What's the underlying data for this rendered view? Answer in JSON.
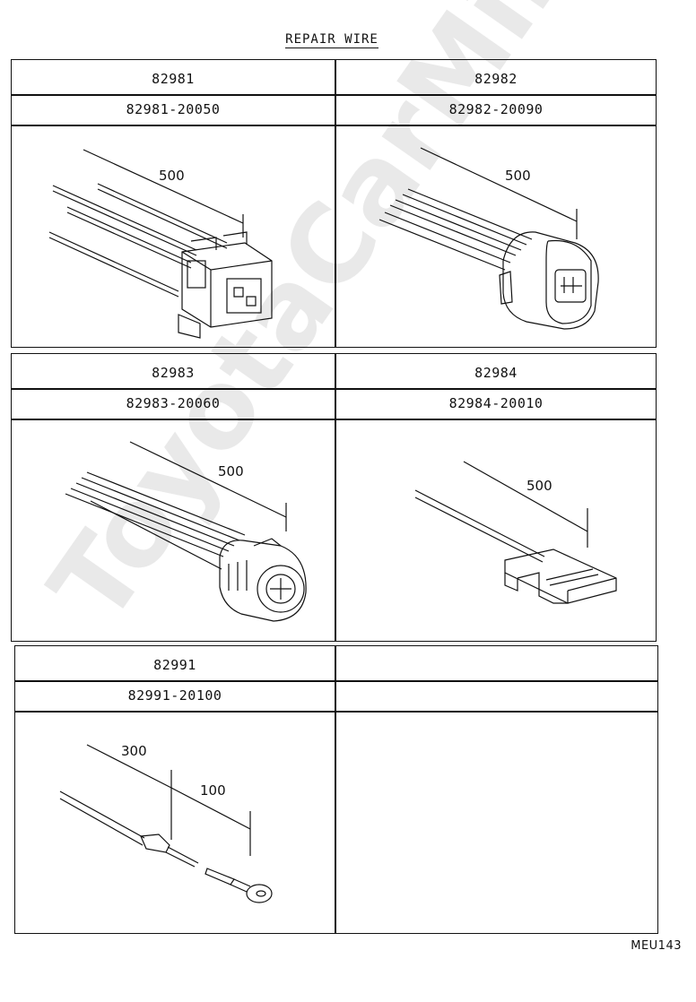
{
  "title": "REPAIR WIRE",
  "footer_code": "MEU143",
  "watermark": "ToyotaCarMine.ru",
  "items": [
    {
      "code": "82981",
      "part_no": "82981-20050",
      "lengths": [
        "500"
      ]
    },
    {
      "code": "82982",
      "part_no": "82982-20090",
      "lengths": [
        "500"
      ]
    },
    {
      "code": "82983",
      "part_no": "82983-20060",
      "lengths": [
        "500"
      ]
    },
    {
      "code": "82984",
      "part_no": "82984-20010",
      "lengths": [
        "500"
      ]
    },
    {
      "code": "82991",
      "part_no": "82991-20100",
      "lengths": [
        "300",
        "100"
      ]
    },
    {
      "code": "",
      "part_no": "",
      "lengths": []
    }
  ]
}
